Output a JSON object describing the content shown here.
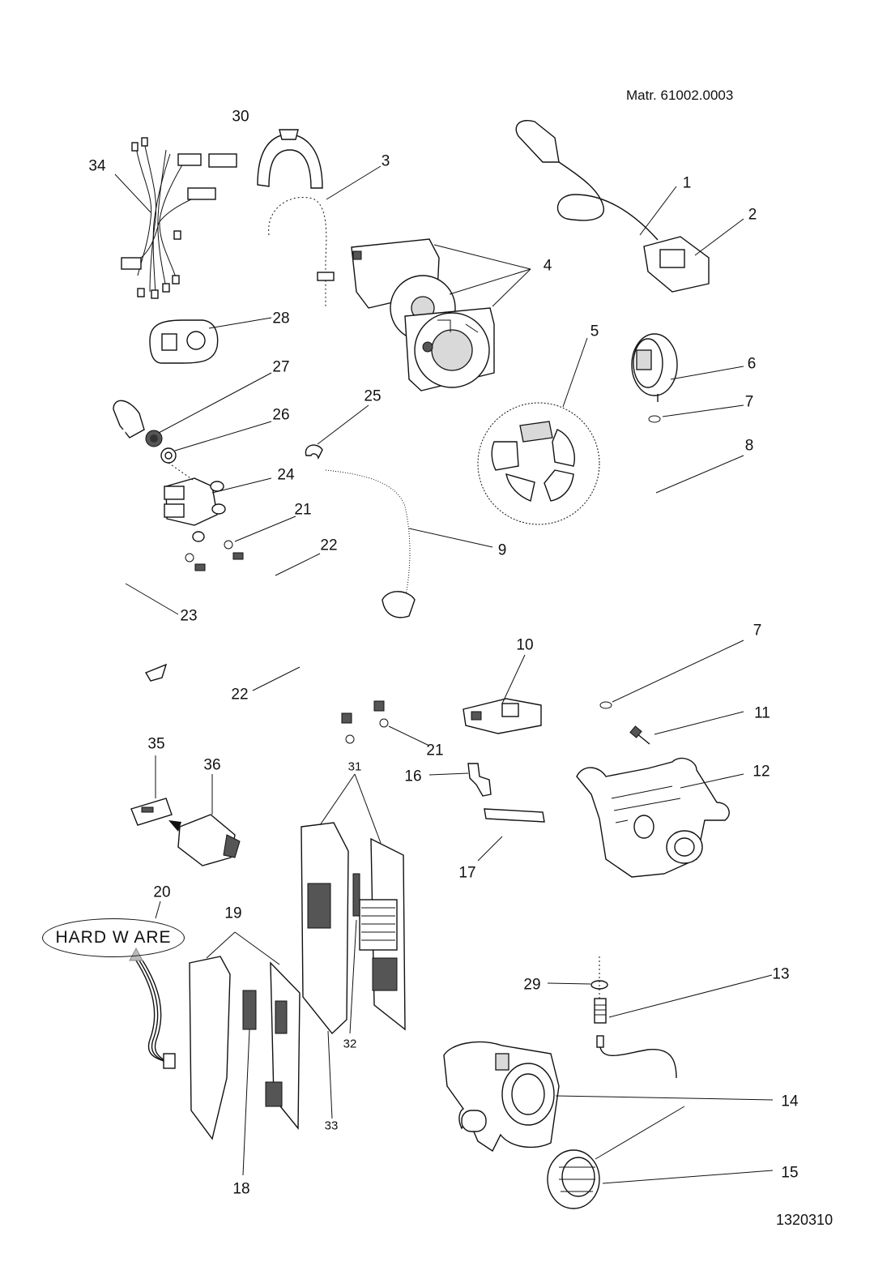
{
  "header": {
    "material_code": "Matr. 61002.0003"
  },
  "footer": {
    "drawing_number": "1320310"
  },
  "hardware_callout": {
    "text": "HARD  W ARE"
  },
  "labels": {
    "l1": "1",
    "l2": "2",
    "l3": "3",
    "l4": "4",
    "l5": "5",
    "l6": "6",
    "l7a": "7",
    "l7b": "7",
    "l8": "8",
    "l9": "9",
    "l10": "10",
    "l11": "11",
    "l12": "12",
    "l13": "13",
    "l14": "14",
    "l15": "15",
    "l16": "16",
    "l17": "17",
    "l18": "18",
    "l19": "19",
    "l20": "20",
    "l21a": "21",
    "l21b": "21",
    "l22a": "22",
    "l22b": "22",
    "l23": "23",
    "l24": "24",
    "l25": "25",
    "l26": "26",
    "l27": "27",
    "l28": "28",
    "l29": "29",
    "l30": "30",
    "l31": "31",
    "l32": "32",
    "l33": "33",
    "l34": "34",
    "l35": "35",
    "l36": "36"
  },
  "parts": [
    {
      "id": "power-cord",
      "label": "1"
    },
    {
      "id": "filter-suppressor",
      "label": "2"
    },
    {
      "id": "drain-hose",
      "label": "3"
    },
    {
      "id": "control-panel-board",
      "label": "4"
    },
    {
      "id": "program-knob-caps",
      "label": "5"
    },
    {
      "id": "pressure-switch",
      "label": "6"
    },
    {
      "id": "hose-clip",
      "label": "7"
    },
    {
      "id": "pressure-tube",
      "label": "8"
    },
    {
      "id": "sump-hose",
      "label": "9"
    },
    {
      "id": "door-interlock",
      "label": "10"
    },
    {
      "id": "motor-screw",
      "label": "11"
    },
    {
      "id": "motor",
      "label": "12"
    },
    {
      "id": "ntc-sensor",
      "label": "13"
    },
    {
      "id": "drain-pump",
      "label": "14"
    },
    {
      "id": "pump-filter",
      "label": "15"
    },
    {
      "id": "heater-nut",
      "label": "16"
    },
    {
      "id": "heating-element",
      "label": "17"
    },
    {
      "id": "eeprom",
      "label": "18"
    },
    {
      "id": "main-board",
      "label": "19"
    },
    {
      "id": "hardware-cable",
      "label": "20"
    },
    {
      "id": "clamp",
      "label": "21"
    },
    {
      "id": "hose",
      "label": "22"
    },
    {
      "id": "inlet-hose",
      "label": "23"
    },
    {
      "id": "inlet-valve",
      "label": "24"
    },
    {
      "id": "clip",
      "label": "25"
    },
    {
      "id": "valve-washer",
      "label": "26"
    },
    {
      "id": "filter-washer",
      "label": "27"
    },
    {
      "id": "grommet",
      "label": "28"
    },
    {
      "id": "o-ring",
      "label": "29"
    },
    {
      "id": "hose-guide",
      "label": "30"
    },
    {
      "id": "board-assembly",
      "label": "31"
    },
    {
      "id": "board-component",
      "label": "32"
    },
    {
      "id": "board-cover",
      "label": "33"
    },
    {
      "id": "wiring-harness",
      "label": "34"
    },
    {
      "id": "programming-key",
      "label": "35"
    },
    {
      "id": "programming-adapter",
      "label": "36"
    }
  ]
}
